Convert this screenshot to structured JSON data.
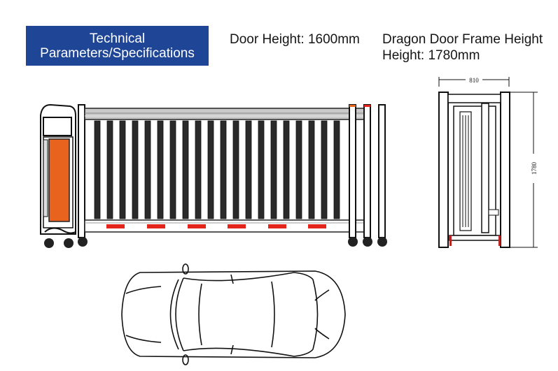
{
  "header": {
    "banner_line1": "Technical",
    "banner_line2": "Parameters/Specifications",
    "banner_color": "#1f4696"
  },
  "specs": {
    "door_height": "Door Height: 1600mm",
    "frame_height_line1": "Dragon Door Frame Height",
    "frame_height_line2": "Height: 1780mm"
  },
  "side_view": {
    "accent_orange": "#e8641e",
    "reflector_red": "#e3241b",
    "bar_count": 20
  },
  "end_view": {
    "width_label": "810",
    "height_label": "1780"
  },
  "car_view": {
    "label": "sedan-top-view"
  }
}
